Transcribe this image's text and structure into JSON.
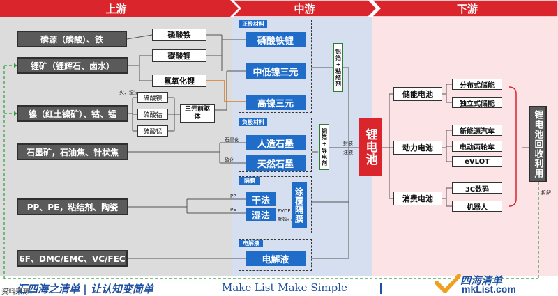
{
  "header": {
    "upstream": "上游",
    "midstream": "中游",
    "downstream": "下游"
  },
  "upstream": {
    "materials": [
      "磷源（磷酸）、铁",
      "锂矿（锂辉石、卤水）",
      "镍（红土镍矿）、钴、锰",
      "石墨矿，石油焦、针状焦",
      "PP、PE，粘结剂、陶瓷",
      "6F、DMC/EMC、VC/FEC"
    ],
    "intermediates": [
      "磷酸铁",
      "碳酸锂",
      "氢氧化锂"
    ],
    "sulfates": [
      "硫酸镍",
      "硫酸钴",
      "硫酸锰"
    ],
    "precursor": "三元前驱体",
    "process_label": "火、湿法",
    "line_labels": {
      "graphitize": "石墨化",
      "carbonize": "碳化",
      "pp": "PP",
      "pe": "PE",
      "pvdf": "PVDF",
      "boehmite": "勃姆石"
    }
  },
  "midstream": {
    "cathode": {
      "tag": "正极材料",
      "items": [
        "磷酸铁锂",
        "中低镍三元",
        "高镍三元"
      ]
    },
    "anode": {
      "tag": "负极材料",
      "items": [
        "人造石墨",
        "天然石墨"
      ]
    },
    "separator": {
      "tag": "隔膜",
      "items": [
        "干法",
        "湿法"
      ],
      "coating": "涂覆隔膜"
    },
    "electrolyte": {
      "tag": "电解液",
      "item": "电解液"
    },
    "foil_aluminum": "铝箔+粘结剂",
    "foil_copper": "铜箔+导电剂",
    "pack_label": "封装",
    "inject_label": "注液"
  },
  "downstream": {
    "battery": "锂电池",
    "groups": [
      {
        "name": "储能电池",
        "apps": [
          "分布式储能",
          "独立式储能"
        ]
      },
      {
        "name": "动力电池",
        "apps": [
          "新能源汽车",
          "电动两轮车",
          "eVLOT"
        ]
      },
      {
        "name": "消费电池",
        "apps": [
          "3C数码",
          "机器人"
        ]
      }
    ],
    "recycle": "锂电池回收利用",
    "dismantle": "拆解"
  },
  "footer": {
    "brand_cn": "汇四海之清单 | 让认知变简单",
    "brand_en": "Make List Make Simple",
    "source_partial": "资料来源：",
    "logo_cn": "四海清单",
    "logo_url": "mkList.com"
  },
  "colors": {
    "blue": "#1f6dc9",
    "red": "#d9252b",
    "header_red": "#d9252b",
    "grey": "#5a5a5a"
  }
}
